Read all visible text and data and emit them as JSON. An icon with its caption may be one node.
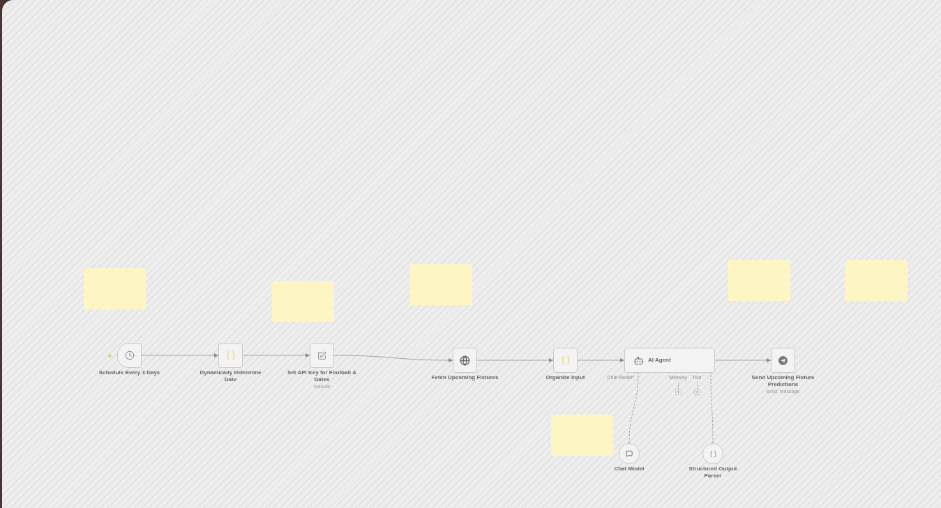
{
  "diagram": {
    "nodes": [
      {
        "text": [],
        "shape": "box"
      },
      {
        "text": [],
        "shape": "box"
      },
      {
        "text": [],
        "shape": "box"
      },
      {
        "text": [],
        "shape": "box"
      },
      {
        "text": [],
        "shape": "box"
      },
      {
        "text": [
          "Schedule Every 3 Days"
        ]
      },
      {
        "text": [
          "Dynamically Determine Date"
        ]
      },
      {
        "text": [
          "Set API Key for Football & Dates",
          "manual"
        ]
      },
      {
        "text": [
          "Fetch Upcoming Fixtures"
        ]
      },
      {
        "text": [
          "Organize Input"
        ]
      },
      {
        "text": [
          "AI Agent"
        ],
        "beside": [
          "Chat Model*",
          "Memory",
          "Tool"
        ]
      },
      {
        "text": [
          "Send Upcoming Fixture Predictions",
          "send: message"
        ]
      },
      {
        "text": [],
        "shape": "box"
      },
      {
        "text": [
          "Chat Model"
        ]
      },
      {
        "text": [
          "Structured Output Parser"
        ]
      }
    ],
    "edges": [
      {
        "from": 5,
        "to": 6,
        "arrow": "to"
      },
      {
        "from": 6,
        "to": 7,
        "arrow": "to"
      },
      {
        "from": 7,
        "to": 8,
        "arrow": "to"
      },
      {
        "from": 8,
        "to": 9,
        "arrow": "to"
      },
      {
        "from": 9,
        "to": 10,
        "arrow": "to"
      },
      {
        "from": 10,
        "to": 11,
        "arrow": "to"
      },
      {
        "from": 13,
        "to": 10,
        "arrow": "none",
        "style": "dashed"
      },
      {
        "from": 14,
        "to": 10,
        "arrow": "none",
        "style": "dashed"
      }
    ]
  }
}
